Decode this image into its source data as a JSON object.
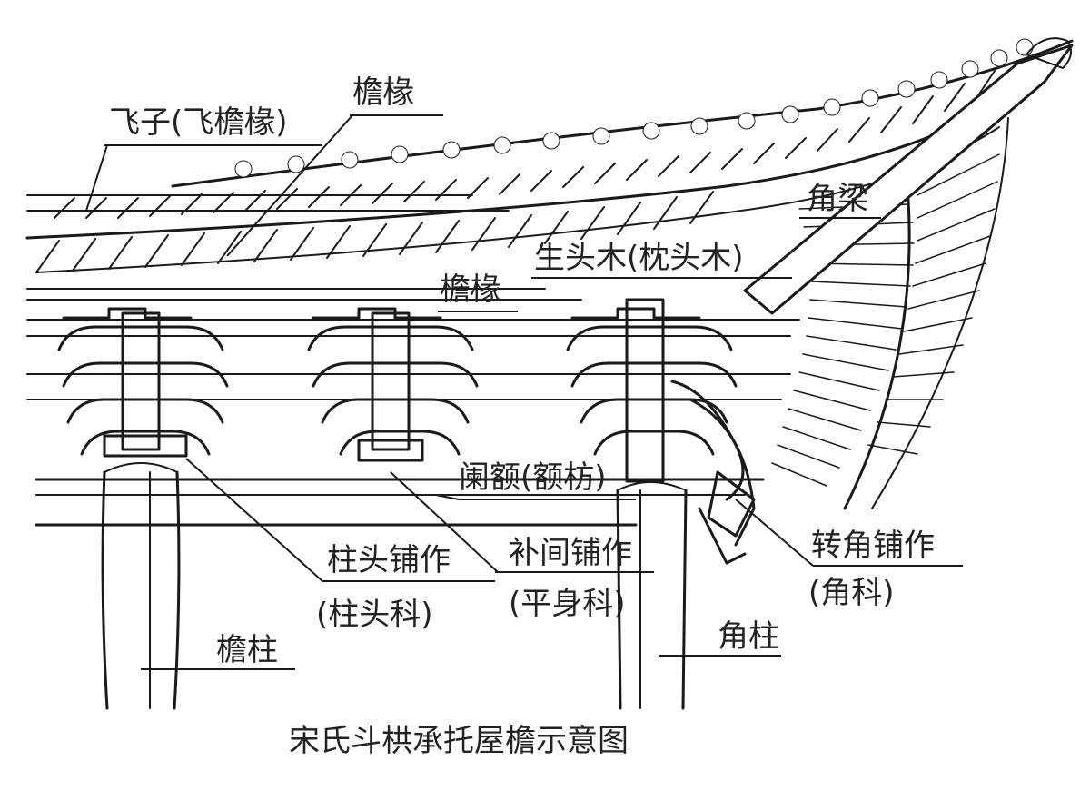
{
  "labels": {
    "feizi": "飞子(飞檐椽)",
    "yanchuan_top": "檐椽",
    "jiaoliang": "角梁",
    "shengtoumu": "生头木(枕头木)",
    "yanchuan_mid": "檐椽",
    "lane": "阑额(额枋)",
    "zhutou_1": "柱头铺作",
    "zhutou_2": "(柱头科)",
    "bujian_1": "补间铺作",
    "bujian_2": "(平身科)",
    "zhuanjiao_1": "转角铺作",
    "zhuanjiao_2": "(角科)",
    "jiaozhu": "角柱",
    "yanzhu": "檐柱"
  },
  "caption": "宋氏斗栱承托屋檐示意图"
}
